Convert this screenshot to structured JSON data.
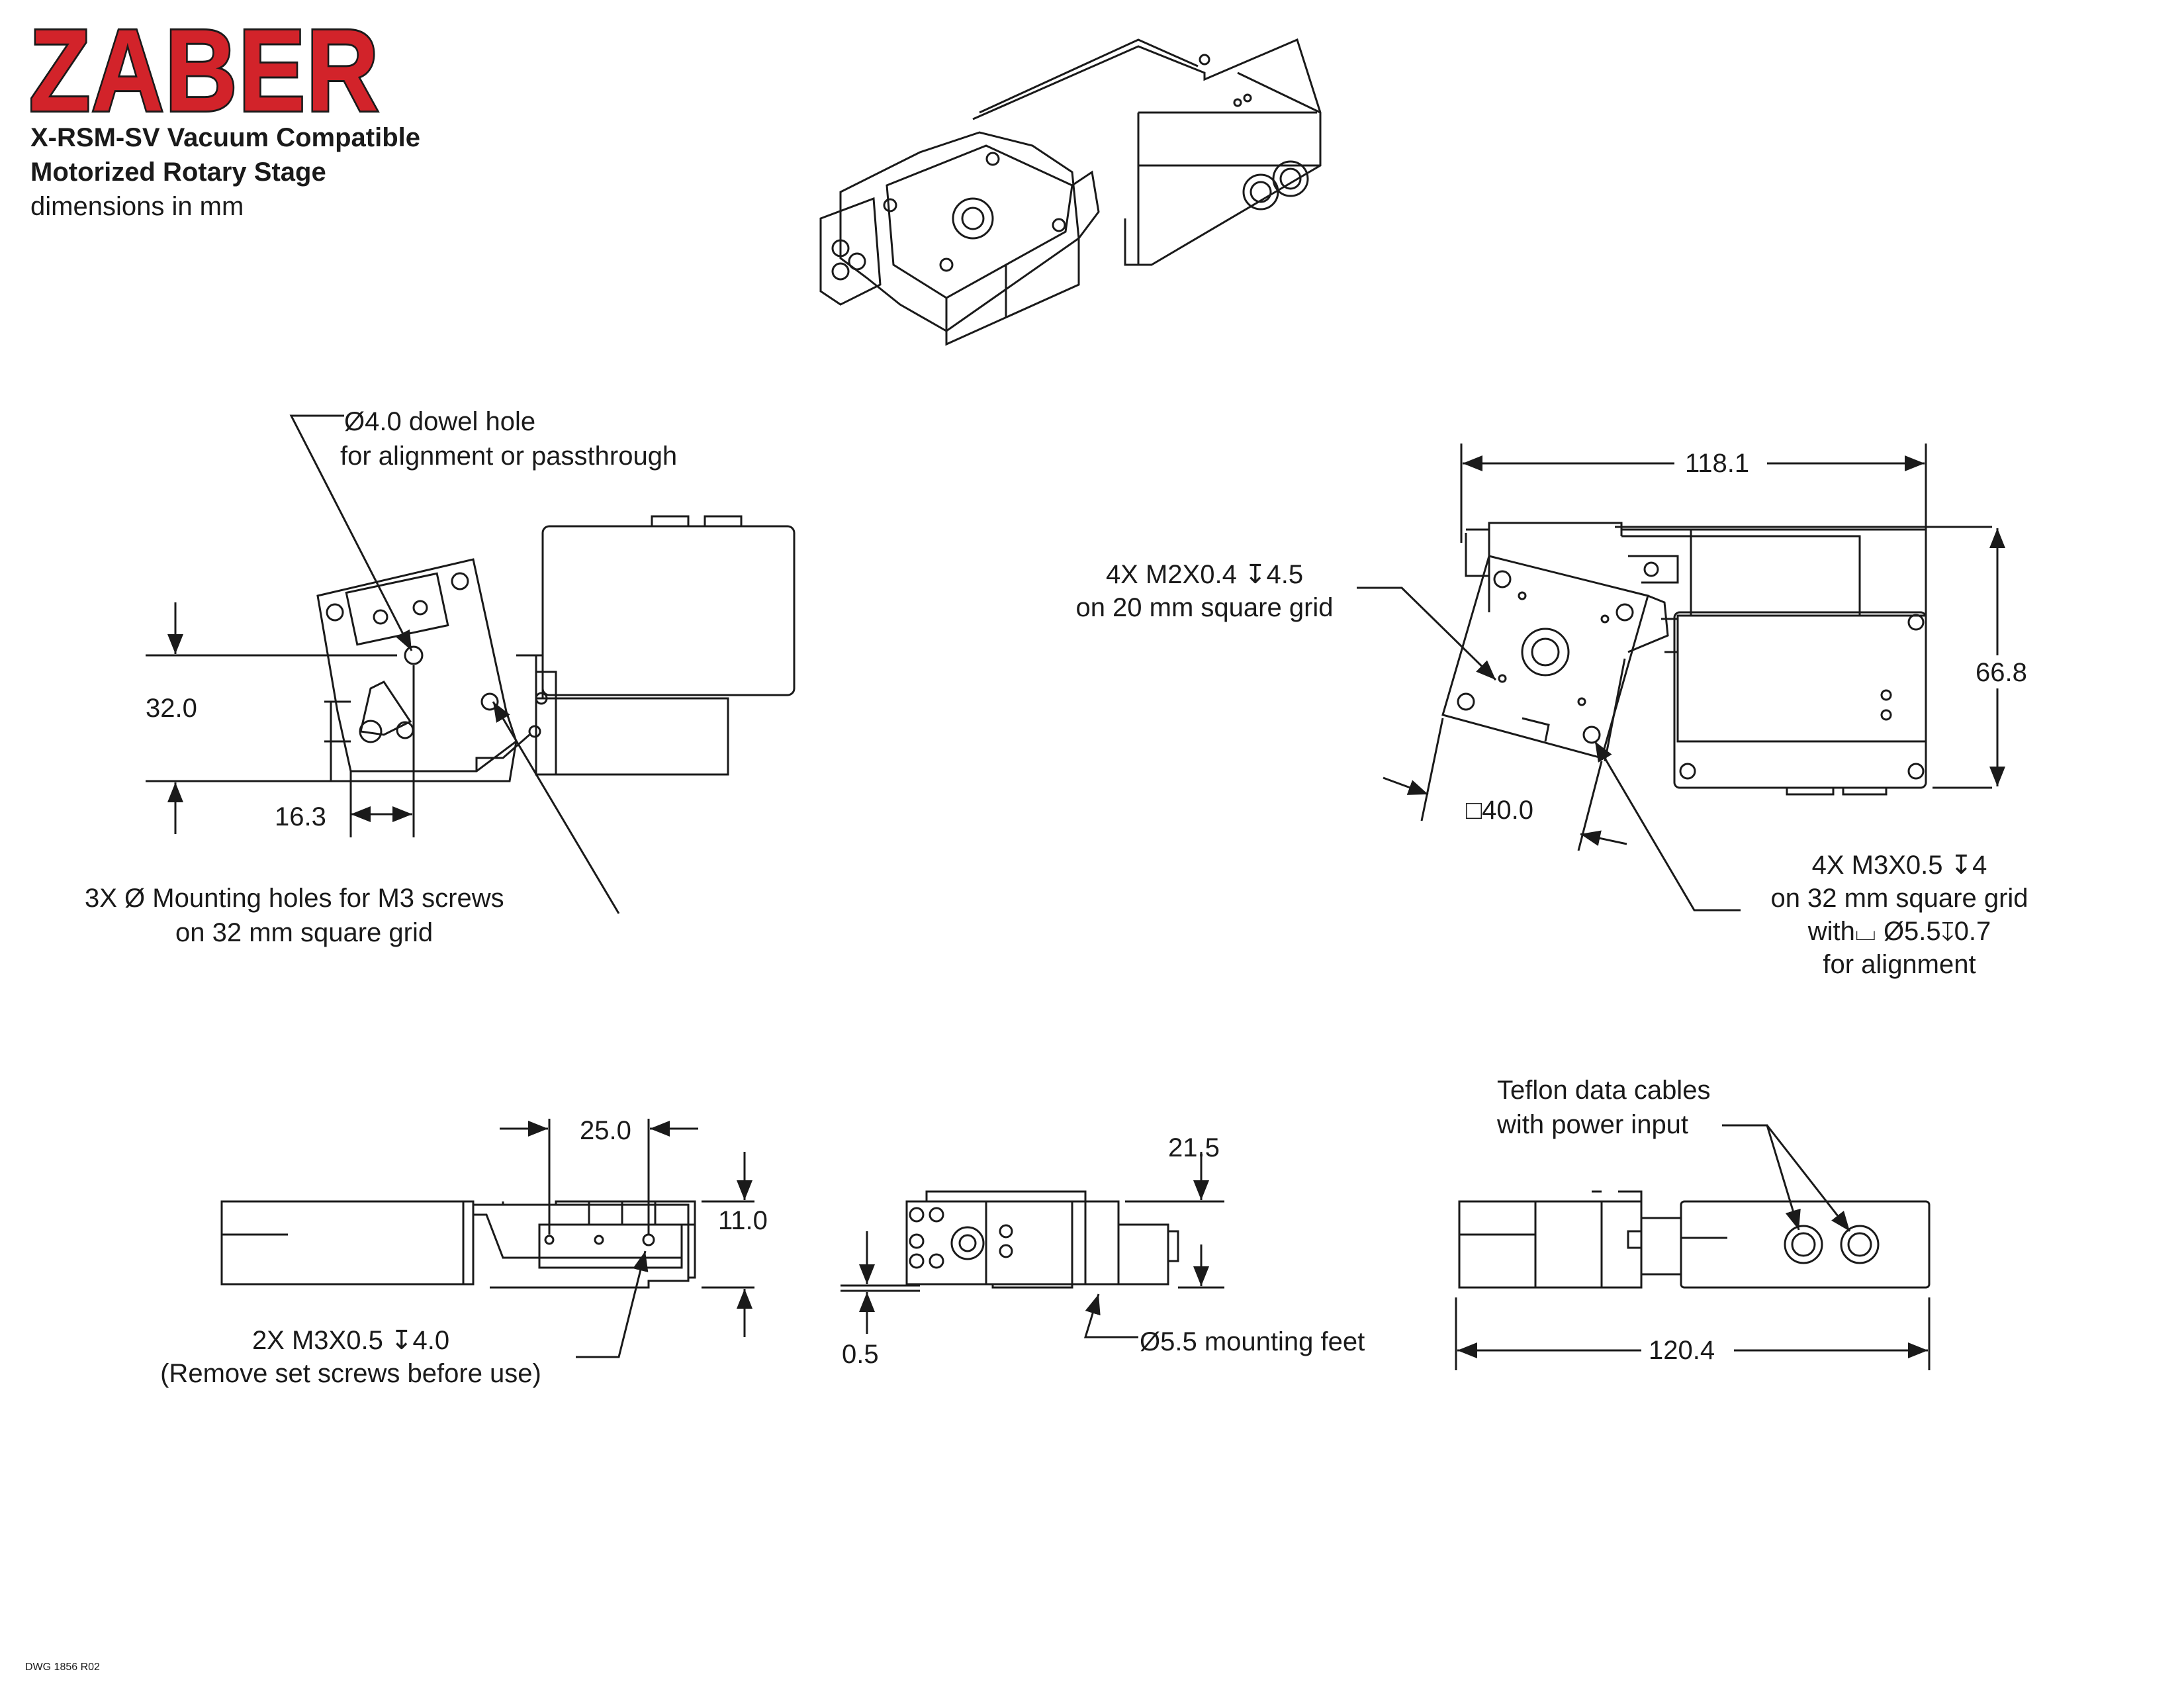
{
  "header": {
    "logo_text": "ZABER",
    "title_line1": "X-RSM-SV Vacuum Compatible",
    "title_line2": "Motorized Rotary Stage",
    "units": "dimensions in mm"
  },
  "top_left_view": {
    "dowel_line1": "Ø4.0 dowel hole",
    "dowel_line2": "for alignment or passthrough",
    "dim_height": "32.0",
    "dim_offset": "16.3",
    "mount_line1": "3X Ø  Mounting holes for M3 screws",
    "mount_line2": "on 32 mm square grid"
  },
  "top_right_view": {
    "dim_length": "118.1",
    "dim_width": "66.8",
    "dim_square": "□40.0",
    "m2_line1": "4X M2X0.4 ↧4.5",
    "m2_line2": "on 20 mm square grid",
    "m3_line1": "4X M3X0.5 ↧4",
    "m3_line2": "on 32 mm square grid",
    "m3_line3": "with⌴  Ø5.5↧0.7",
    "m3_line4": "for alignment"
  },
  "bottom_left_view": {
    "dim_spacing": "25.0",
    "dim_height": "11.0",
    "screw_line1": "2X M3X0.5 ↧4.0",
    "screw_line2": "(Remove set screws before use)"
  },
  "bottom_middle_view": {
    "dim_height": "21.5",
    "dim_feet": "0.5",
    "feet_label": "Ø5.5 mounting feet"
  },
  "bottom_right_view": {
    "cable_line1": "Teflon data cables",
    "cable_line2": "with power input",
    "dim_length": "120.4"
  },
  "footer": {
    "drawing_number": "DWG 1856 R02"
  },
  "colors": {
    "brand_red": "#d2232a",
    "line": "#1a1a1a"
  }
}
